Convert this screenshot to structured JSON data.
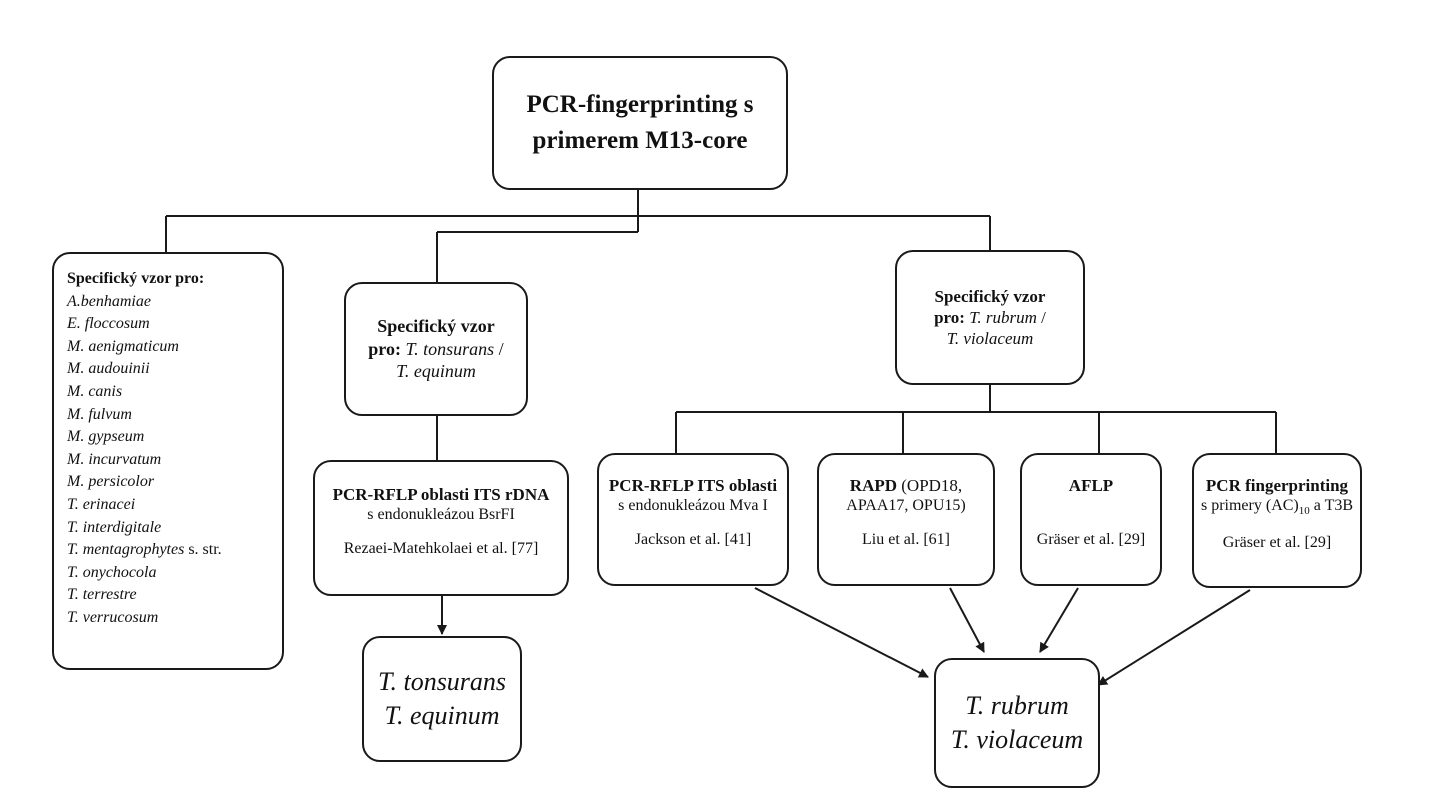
{
  "root": {
    "line1": "PCR-fingerprinting s",
    "line2": "primerem M13-core"
  },
  "species_box": {
    "heading": "Specifický vzor pro:",
    "species": [
      {
        "name": "A.benhamiae",
        "suffix": ""
      },
      {
        "name": "E. floccosum",
        "suffix": ""
      },
      {
        "name": "M. aenigmaticum",
        "suffix": ""
      },
      {
        "name": "M. audouinii",
        "suffix": ""
      },
      {
        "name": "M. canis",
        "suffix": ""
      },
      {
        "name": "M. fulvum",
        "suffix": ""
      },
      {
        "name": "M. gypseum",
        "suffix": ""
      },
      {
        "name": "M. incurvatum",
        "suffix": ""
      },
      {
        "name": "M. persicolor",
        "suffix": ""
      },
      {
        "name": "T. erinacei",
        "suffix": ""
      },
      {
        "name": "T. interdigitale",
        "suffix": ""
      },
      {
        "name": "T. mentagrophytes",
        "suffix": " s. str."
      },
      {
        "name": "T. onychocola",
        "suffix": ""
      },
      {
        "name": "T. terrestre",
        "suffix": ""
      },
      {
        "name": "T. verrucosum",
        "suffix": ""
      }
    ]
  },
  "tonsurans_box": {
    "line1": "Specifický vzor",
    "pro": "pro:",
    "sp1": "T. tonsurans",
    "sep": " /",
    "sp2": "T. equinum"
  },
  "rubrum_box": {
    "line1": "Specifický vzor",
    "pro": "pro:",
    "sp1": "T. rubrum",
    "sep": " /",
    "sp2": "T. violaceum"
  },
  "rflp_rdna_box": {
    "title": "PCR-RFLP oblasti ITS rDNA",
    "sub": "s endonukleázou BsrFI",
    "ref": "Rezaei-Matehkolaei et al. [77]"
  },
  "tonsurans_result": {
    "line1": "T. tonsurans",
    "line2": "T. equinum"
  },
  "methods": [
    {
      "title": "PCR-RFLP ITS oblasti",
      "title_rest": "",
      "sub": "s endonukleázou Mva I",
      "ref": "Jackson et al. [41]"
    },
    {
      "title": "RAPD",
      "title_rest": " (OPD18,",
      "sub": "APAA17, OPU15)",
      "ref": "Liu et al. [61]"
    },
    {
      "title": "AFLP",
      "title_rest": "",
      "sub": "",
      "ref": "Gräser et al. [29]"
    },
    {
      "title": "PCR fingerprinting",
      "title_rest": "",
      "sub_pre": "s primery (AC)",
      "sub_subscript": "10",
      "sub_post": " a T3B",
      "ref": "Gräser et al. [29]"
    }
  ],
  "rubrum_result": {
    "line1": "T. rubrum",
    "line2": "T. violaceum"
  },
  "colors": {
    "line": "#1a1a1a",
    "background": "#ffffff"
  }
}
